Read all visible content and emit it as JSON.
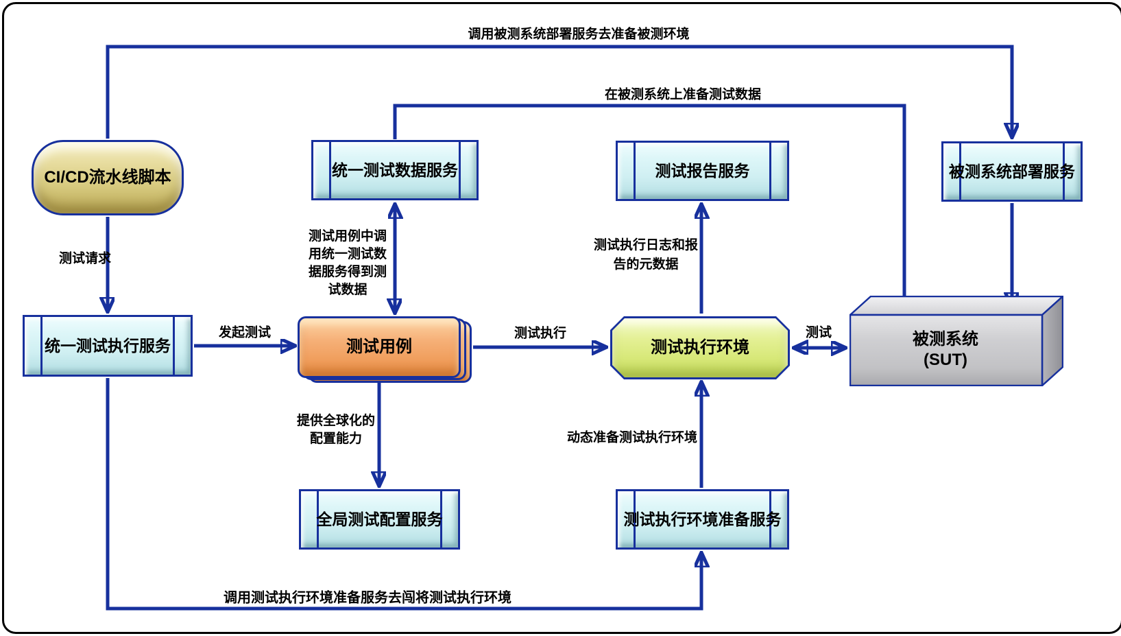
{
  "nodes": {
    "cicd": {
      "label": "CI/CD流水线脚本"
    },
    "exec_service": {
      "label": "统一测试执行服务"
    },
    "data_service": {
      "label": "统一测试数据服务"
    },
    "test_case": {
      "label": "测试用例"
    },
    "report_service": {
      "label": "测试报告服务"
    },
    "exec_env": {
      "label": "测试执行环境"
    },
    "deploy_service": {
      "label": "被测系统部署服务"
    },
    "sut": {
      "label": "被测系统",
      "sublabel": "(SUT)"
    },
    "config_service": {
      "label": "全局测试配置服务"
    },
    "prep_service": {
      "label": "测试执行环境准备服务"
    }
  },
  "edges": {
    "deploy_route": "调用被测系统部署服务去准备被测环境",
    "data_route": "在被测系统上准备测试数据",
    "test_request": "测试请求",
    "initiate_test": "发起测试",
    "data_fetch": "测试用例中调用统一测试数据服务得到测试数据",
    "test_execution": "测试执行",
    "log_metadata": "测试执行日志和报告的元数据",
    "test": "测试",
    "global_config": "提供全球化的配置能力",
    "dynamic_prep": "动态准备测试执行环境",
    "prep_route": "调用测试执行环境准备服务去闯将测试执行环境"
  },
  "colors": {
    "line": "#17309d",
    "cyan_fill": "#d6f3f5",
    "khaki_fill": "#ddd08a",
    "orange_fill": "#f3ab6e",
    "green_fill": "#dcea7e",
    "gray_fill": "#c6c6c9",
    "text": "#000000"
  }
}
